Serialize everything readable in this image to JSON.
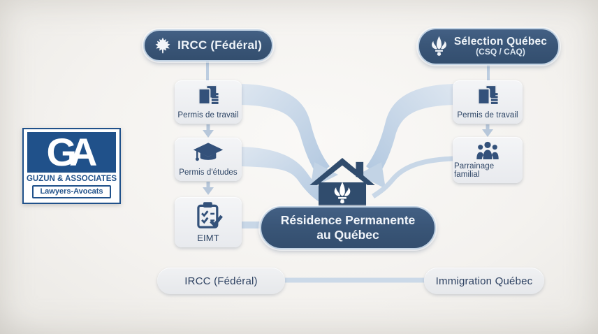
{
  "brand": {
    "monogram": "GA",
    "name": "GUZUN & ASSOCIATES",
    "tagline": "Lawyers-Avocats"
  },
  "diagram": {
    "federal_source": {
      "label": "IRCC (Fédéral)",
      "icon": "maple-leaf"
    },
    "quebec_source": {
      "label": "Sélection Québec",
      "sublabel": "(CSQ / CAQ)",
      "icon": "fleur-de-lis"
    },
    "left_steps": [
      {
        "label": "Permis de travail",
        "icon": "documents"
      },
      {
        "label": "Permis d'études",
        "icon": "graduation-cap"
      },
      {
        "label": "EIMT",
        "icon": "clipboard-check"
      }
    ],
    "right_steps": [
      {
        "label": "Permis de travail",
        "icon": "documents"
      },
      {
        "label": "Parrainage familial",
        "icon": "family"
      }
    ],
    "destination": {
      "line1": "Résidence Permanente",
      "line2": "au Québec",
      "icon": "house-fleur-de-lis"
    },
    "footer": {
      "left_label": "IRCC (Fédéral)",
      "right_label": "Immigration Québec"
    }
  },
  "colors": {
    "navy_pill": "#3a5678",
    "icon_navy": "#33517a",
    "light_box": "#e9ebee",
    "arrow_accent": "#c5d5e6",
    "logo_blue": "#20518a",
    "text_navy": "#2e4565",
    "background": "#f3f1ee"
  }
}
